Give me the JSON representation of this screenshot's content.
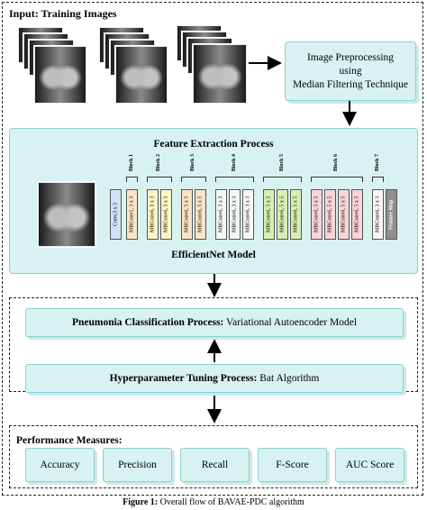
{
  "input_title": "Input: Training Images",
  "preprocessing": [
    "Image Preprocessing",
    "using",
    "Median Filtering Technique"
  ],
  "feature_extraction_title": "Feature Extraction Process",
  "model_label": "EfficientNet Model",
  "conv_label": "Conv,3 x 3",
  "feature_map_label": "Feature Map",
  "blocks": [
    {
      "name": "Block 1",
      "layers": [
        "MBConv1, 3 x 3"
      ]
    },
    {
      "name": "Block 2",
      "layers": [
        "MBConv6, 3 x 3",
        "MBConv6, 3 x 3"
      ]
    },
    {
      "name": "Block 3",
      "layers": [
        "MBConv6, 5 x 5",
        "MBConv6, 5 x 5"
      ]
    },
    {
      "name": "Block 4",
      "layers": [
        "MBConv6, 3 x 3",
        "MBConv6, 3 x 3",
        "MBConv6, 3 x 3"
      ]
    },
    {
      "name": "Block 5",
      "layers": [
        "MBConv6, 5 x 5",
        "MBConv6, 5 x 5",
        "MBConv6, 5 x 5"
      ]
    },
    {
      "name": "Block 6",
      "layers": [
        "MBConv6, 5 x 5",
        "MBConv6, 5 x 5",
        "MBConv6, 5 x 5",
        "MBConv6, 5 x 5"
      ]
    },
    {
      "name": "Block 7",
      "layers": [
        "MBConv6, 3 x 3"
      ]
    }
  ],
  "classification": {
    "bold": "Pneumonia Classification Process:",
    "rest": " Variational Autoencoder Model"
  },
  "tuning": {
    "bold": "Hyperparameter Tuning Process:",
    "rest": " Bat Algorithm"
  },
  "performance_title": "Performance Measures:",
  "metrics": [
    "Accuracy",
    "Precision",
    "Recall",
    "F-Score",
    "AUC Score"
  ],
  "caption": {
    "bold": "Figure 1:",
    "rest": " Overall flow of BAVAE-PDC algorithm"
  },
  "colors": {
    "teal_fill": "#d7f2f1",
    "teal_border": "#8dcfcc",
    "block_colors": [
      "#fde3c6",
      "#fff4c4",
      "#fde3c6",
      "#f7f7f7",
      "#d9efb1",
      "#fbd3d8",
      "#f7f7f7"
    ],
    "conv_color": "#cfe2f6",
    "feature_map_color": "#8f8f8f"
  }
}
